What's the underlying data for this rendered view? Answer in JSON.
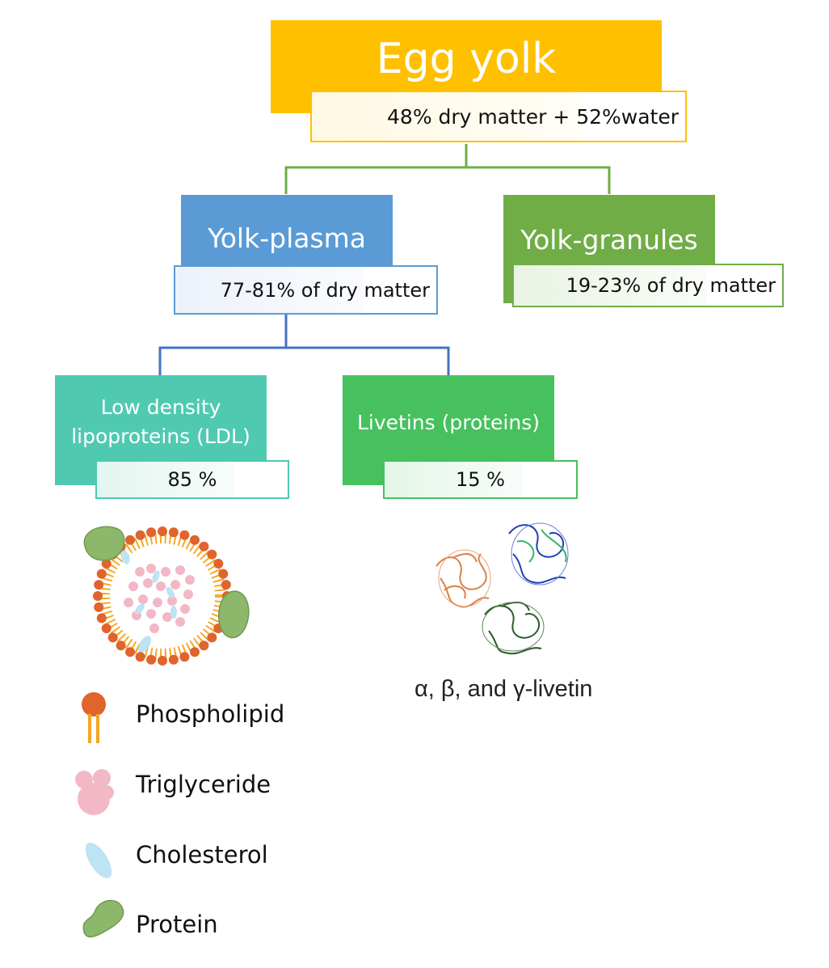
{
  "root": {
    "title": "Egg yolk",
    "subtitle": "48% dry matter + 52%water",
    "color": "#FFC000"
  },
  "plasma": {
    "title": "Yolk-plasma",
    "subtitle": "77-81% of dry matter",
    "color": "#5B9BD5"
  },
  "granules": {
    "title": "Yolk-granules",
    "subtitle": "19-23% of dry matter",
    "color": "#70AD47"
  },
  "ldl": {
    "title_line1": "Low density",
    "title_line2": "lipoproteins (LDL)",
    "value": "85 %",
    "color": "#4FCAB0"
  },
  "livetins": {
    "title": "Livetins (proteins)",
    "value": "15 %",
    "caption": "α, β, and γ-livetin",
    "color": "#46C15E"
  },
  "legend": [
    {
      "label": "Phospholipid",
      "icon": "phospholipid-icon"
    },
    {
      "label": "Triglyceride",
      "icon": "triglyceride-icon"
    },
    {
      "label": "Cholesterol",
      "icon": "cholesterol-icon"
    },
    {
      "label": "Protein",
      "icon": "protein-icon"
    }
  ],
  "colors": {
    "connector_top": "#70AD47",
    "connector_mid": "#4472C4",
    "phospholipid_head": "#E0642C",
    "phospholipid_tail": "#F5A623",
    "triglyceride": "#F2B8C6",
    "cholesterol": "#BEE3F3",
    "protein": "#8DB86B"
  }
}
